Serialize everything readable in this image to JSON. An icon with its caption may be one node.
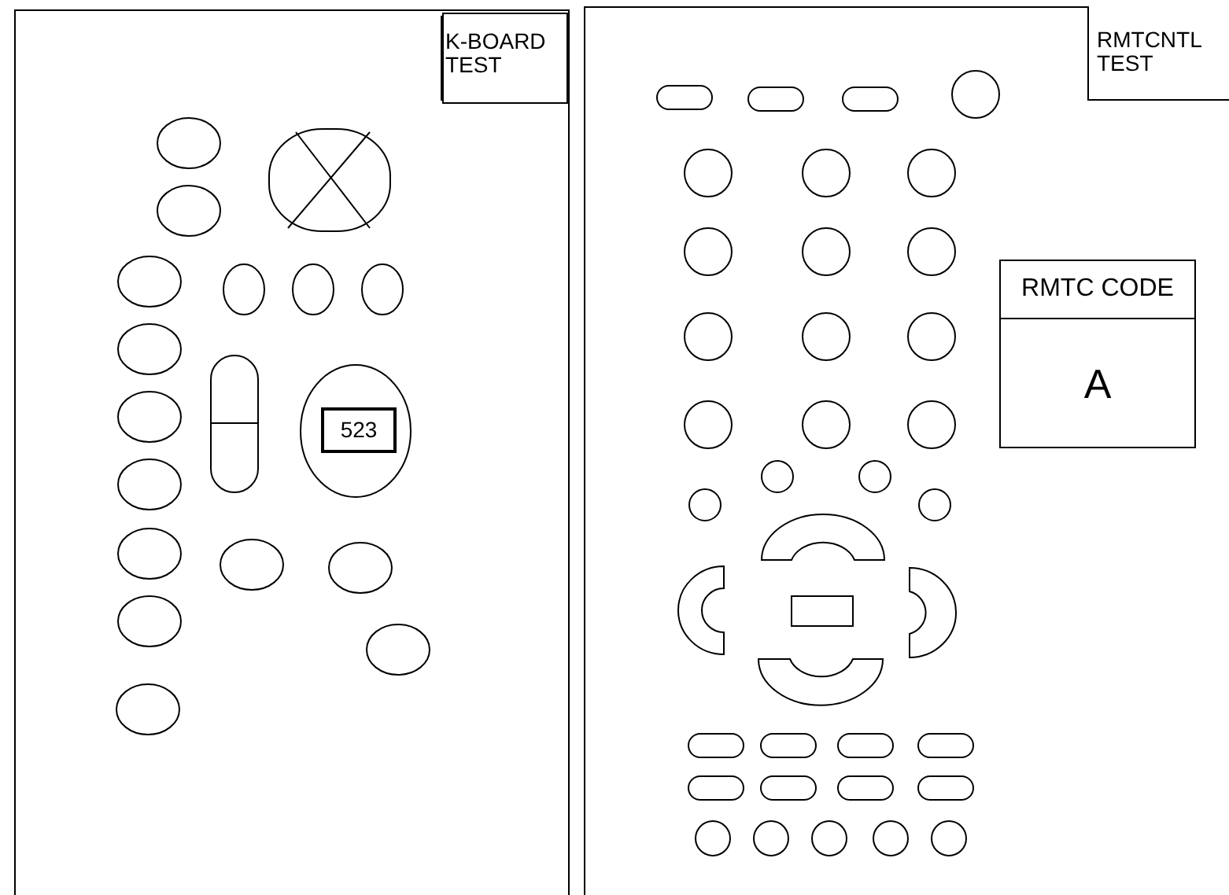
{
  "diagram": {
    "nodes": [
      {
        "text": [
          "K-BOARD TEST"
        ]
      },
      {
        "text": [
          "523"
        ]
      },
      {
        "text": [
          "RMTCNTL TEST"
        ]
      },
      {
        "text": [
          "RMTC CODE",
          "A"
        ]
      }
    ]
  }
}
